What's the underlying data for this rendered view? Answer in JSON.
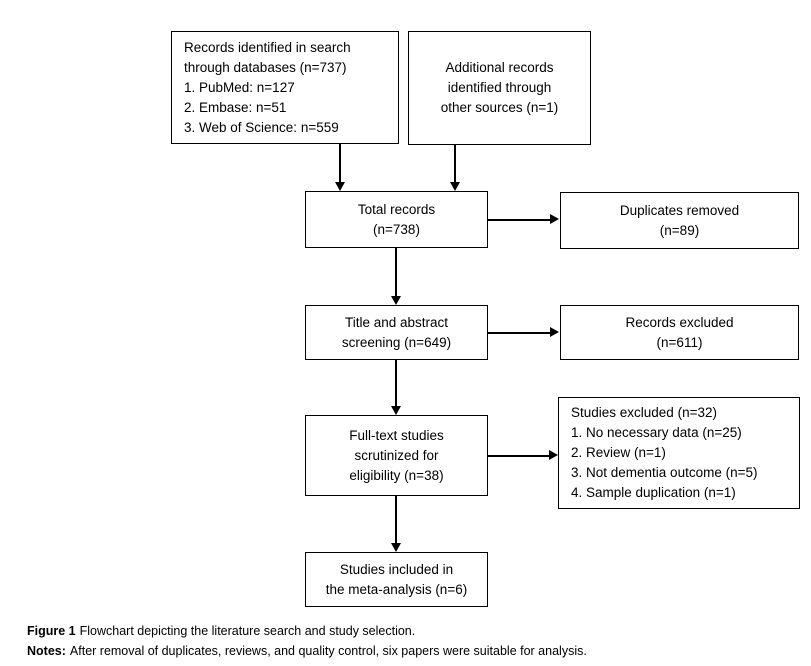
{
  "page": {
    "background_color": "#ffffff",
    "line_color": "#000000",
    "text_color": "#000000"
  },
  "flowchart": {
    "boxes": [
      {
        "id": "records-identified",
        "text": "Records identified in search\nthrough databases (n=737)\n1. PubMed: n=127\n2. Embase: n=51\n3. Web of Science: n=559"
      },
      {
        "id": "additional-records",
        "text": "Additional records\nidentified through\nother sources (n=1)"
      },
      {
        "id": "total-records",
        "text": "Total records\n(n=738)"
      },
      {
        "id": "duplicates-removed",
        "text": "Duplicates removed\n(n=89)"
      },
      {
        "id": "title-abstract-screening",
        "text": "Title and abstract\nscreening (n=649)"
      },
      {
        "id": "records-excluded",
        "text": "Records excluded\n(n=611)"
      },
      {
        "id": "full-text-studies",
        "text": "Full-text studies\nscrutinized for\neligibility (n=38)"
      },
      {
        "id": "studies-excluded",
        "text": "Studies excluded (n=32)\n1. No necessary data (n=25)\n2. Review (n=1)\n3. Not dementia outcome (n=5)\n4. Sample duplication (n=1)"
      },
      {
        "id": "studies-included",
        "text": "Studies included in\nthe meta-analysis (n=6)"
      }
    ]
  },
  "caption": {
    "figure_label": "Figure 1",
    "figure_text": "Flowchart depicting the literature search and study selection.",
    "notes_label": "Notes:",
    "notes_text": "After removal of duplicates, reviews, and quality control, six papers were suitable for analysis."
  }
}
